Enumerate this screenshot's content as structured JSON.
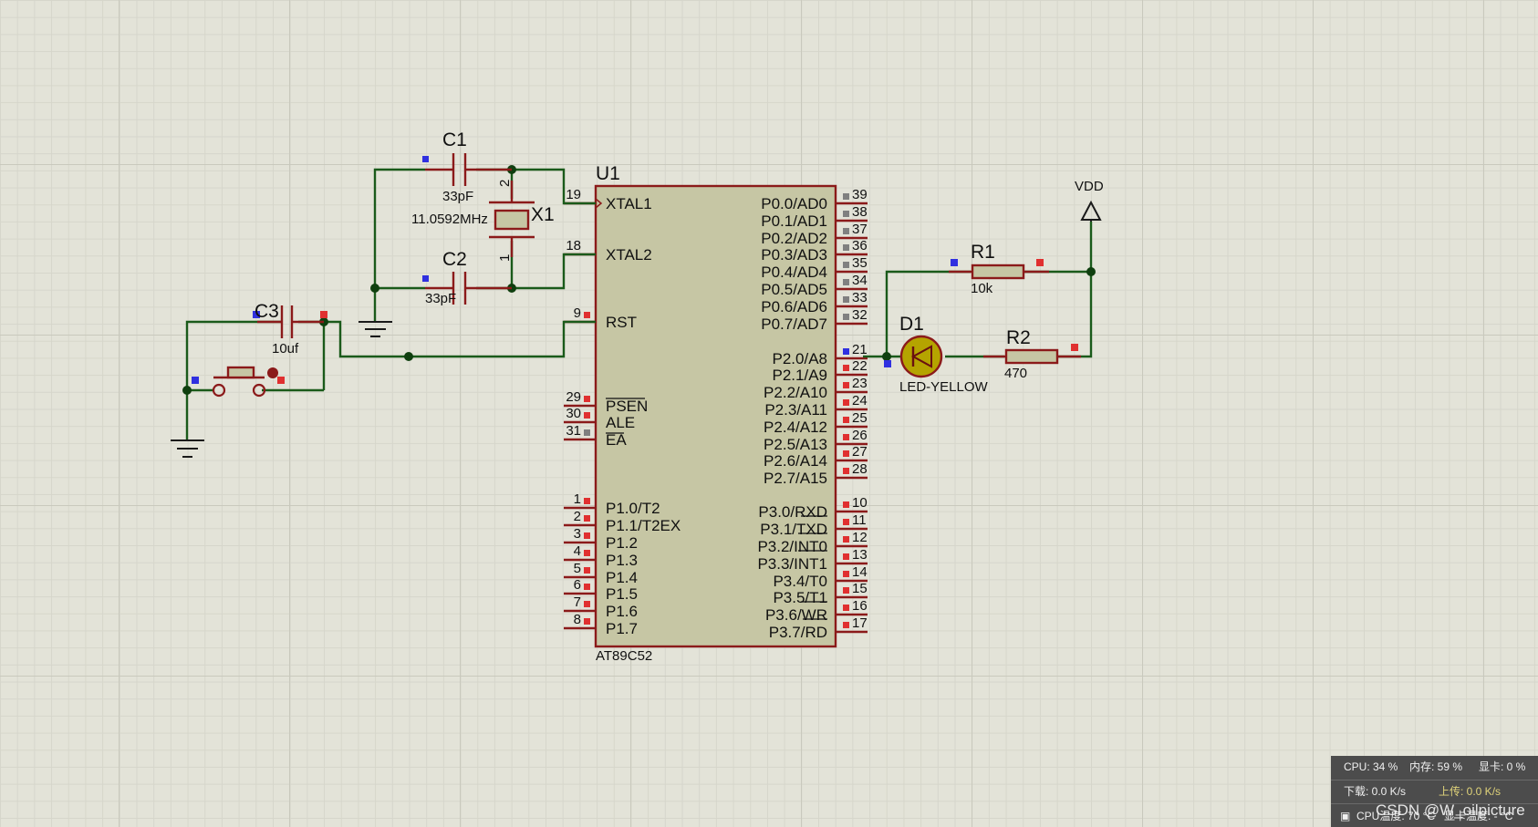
{
  "mcu": {
    "ref": "U1",
    "part": "AT89C52",
    "left_pins": [
      {
        "num": "19",
        "name": "XTAL1"
      },
      {
        "num": "18",
        "name": "XTAL2"
      },
      {
        "num": "9",
        "name": "RST"
      },
      {
        "num": "29",
        "name": "PSEN"
      },
      {
        "num": "30",
        "name": "ALE"
      },
      {
        "num": "31",
        "name": "EA"
      },
      {
        "num": "1",
        "name": "P1.0/T2"
      },
      {
        "num": "2",
        "name": "P1.1/T2EX"
      },
      {
        "num": "3",
        "name": "P1.2"
      },
      {
        "num": "4",
        "name": "P1.3"
      },
      {
        "num": "5",
        "name": "P1.4"
      },
      {
        "num": "6",
        "name": "P1.5"
      },
      {
        "num": "7",
        "name": "P1.6"
      },
      {
        "num": "8",
        "name": "P1.7"
      }
    ],
    "right_pins": [
      {
        "num": "39",
        "name": "P0.0/AD0"
      },
      {
        "num": "38",
        "name": "P0.1/AD1"
      },
      {
        "num": "37",
        "name": "P0.2/AD2"
      },
      {
        "num": "36",
        "name": "P0.3/AD3"
      },
      {
        "num": "35",
        "name": "P0.4/AD4"
      },
      {
        "num": "34",
        "name": "P0.5/AD5"
      },
      {
        "num": "33",
        "name": "P0.6/AD6"
      },
      {
        "num": "32",
        "name": "P0.7/AD7"
      },
      {
        "num": "21",
        "name": "P2.0/A8"
      },
      {
        "num": "22",
        "name": "P2.1/A9"
      },
      {
        "num": "23",
        "name": "P2.2/A10"
      },
      {
        "num": "24",
        "name": "P2.3/A11"
      },
      {
        "num": "25",
        "name": "P2.4/A12"
      },
      {
        "num": "26",
        "name": "P2.5/A13"
      },
      {
        "num": "27",
        "name": "P2.6/A14"
      },
      {
        "num": "28",
        "name": "P2.7/A15"
      },
      {
        "num": "10",
        "name": "P3.0/RXD"
      },
      {
        "num": "11",
        "name": "P3.1/TXD"
      },
      {
        "num": "12",
        "name": "P3.2/INT0"
      },
      {
        "num": "13",
        "name": "P3.3/INT1"
      },
      {
        "num": "14",
        "name": "P3.4/T0"
      },
      {
        "num": "15",
        "name": "P3.5/T1"
      },
      {
        "num": "16",
        "name": "P3.6/WR"
      },
      {
        "num": "17",
        "name": "P3.7/RD"
      }
    ]
  },
  "components": {
    "c1": {
      "ref": "C1",
      "value": "33pF"
    },
    "c2": {
      "ref": "C2",
      "value": "33pF"
    },
    "c3": {
      "ref": "C3",
      "value": "10uf"
    },
    "x1": {
      "ref": "X1",
      "value": "11.0592MHz",
      "pin_top": "2",
      "pin_bottom": "1"
    },
    "r1": {
      "ref": "R1",
      "value": "10k"
    },
    "r2": {
      "ref": "R2",
      "value": "470"
    },
    "d1": {
      "ref": "D1",
      "value": "LED-YELLOW"
    },
    "vdd": {
      "label": "VDD"
    }
  },
  "status_panel": {
    "cpu": "CPU: 34 %",
    "memory": "内存: 59 %",
    "gpu": "显卡: 0 %",
    "download": "下载: 0.0 K/s",
    "upload": "上传: 0.0 K/s",
    "temp": "CPU温度: 70 °C",
    "gpu_temp": "显卡温度: - °C"
  },
  "watermark": "CSDN @W_oilpicture",
  "colors": {
    "wire": "#1a5a1a",
    "component": "#8b1a1a",
    "chip_fill": "#c6c6a4",
    "led_fill": "#b5a400",
    "pin_active": "#e03030",
    "pin_input": "#3030e0",
    "pin_unused": "#808080"
  }
}
